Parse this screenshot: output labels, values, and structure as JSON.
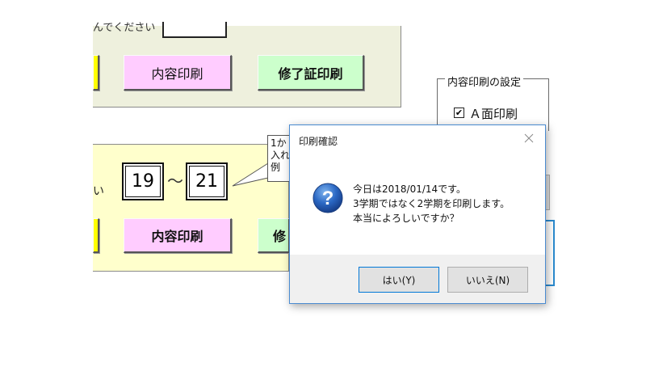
{
  "top_panel": {
    "hint_text": "んでください",
    "print_content_label": "内容印刷",
    "print_certificate_label": "修了証印刷"
  },
  "bottom_panel": {
    "hint_text": "い",
    "range_from": "19",
    "range_separator": "～",
    "range_to": "21",
    "callout_lines": [
      "1か",
      "入れ",
      "例"
    ],
    "print_content_label": "内容印刷",
    "print_certificate_partial": "修"
  },
  "settings": {
    "group_title": "内容印刷の設定",
    "checkbox_a_label": "Ａ面印刷",
    "checkbox_a_checked": true
  },
  "dialog": {
    "title": "印刷確認",
    "message_lines": [
      "今日は2018/01/14です。",
      "3学期ではなく2学期を印刷します。",
      "本当によろしいですか？"
    ],
    "yes_label": "はい(Y)",
    "no_label": "いいえ(N)",
    "icon": "question-icon",
    "close_icon": "close-icon",
    "accent": "#0078d7"
  }
}
